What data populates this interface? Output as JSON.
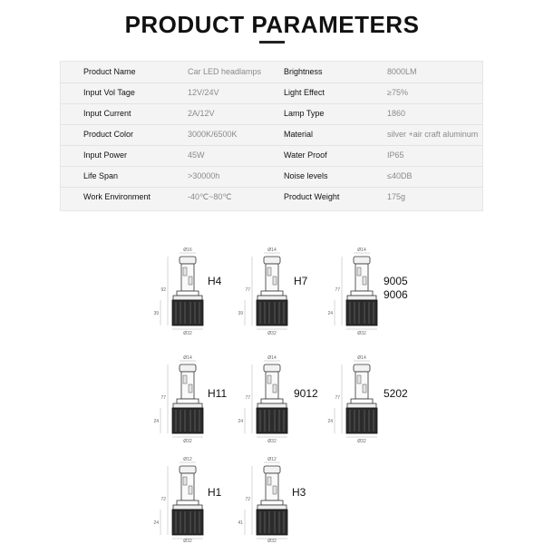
{
  "header": {
    "title": "PRODUCT PARAMETERS"
  },
  "parameters": [
    {
      "label_left": "Product Name",
      "value_left": "Car LED headlamps",
      "label_right": "Brightness",
      "value_right": "8000LM"
    },
    {
      "label_left": "Input Vol Tage",
      "value_left": "12V/24V",
      "label_right": "Light Effect",
      "value_right": "≥75%"
    },
    {
      "label_left": "Input Current",
      "value_left": "2A/12V",
      "label_right": "Lamp Type",
      "value_right": "1860"
    },
    {
      "label_left": "Product Color",
      "value_left": "3000K/6500K",
      "label_right": "Material",
      "value_right": "silver +air craft aluminum"
    },
    {
      "label_left": "Input Power",
      "value_left": "45W",
      "label_right": "Water Proof",
      "value_right": "IP65"
    },
    {
      "label_left": "Life Span",
      "value_left": ">30000h",
      "label_right": "Noise levels",
      "value_right": "≤40DB"
    },
    {
      "label_left": "Work Environment",
      "value_left": "-40℃~80℃",
      "label_right": "Product Weight",
      "value_right": "175g"
    }
  ],
  "bulbs": [
    {
      "model": "H4",
      "model2": "",
      "top_dim": "Ø16",
      "height_dim": "92",
      "lower_dim": "39",
      "base_dim": "Ø32"
    },
    {
      "model": "H7",
      "model2": "",
      "top_dim": "Ø14",
      "height_dim": "77",
      "lower_dim": "39",
      "base_dim": "Ø32"
    },
    {
      "model": "9005",
      "model2": "9006",
      "top_dim": "Ø14",
      "height_dim": "77",
      "lower_dim": "24",
      "base_dim": "Ø32"
    },
    {
      "model": "H11",
      "model2": "",
      "top_dim": "Ø14",
      "height_dim": "77",
      "lower_dim": "24",
      "base_dim": "Ø32"
    },
    {
      "model": "9012",
      "model2": "",
      "top_dim": "Ø14",
      "height_dim": "77",
      "lower_dim": "24",
      "base_dim": "Ø32"
    },
    {
      "model": "5202",
      "model2": "",
      "top_dim": "Ø14",
      "height_dim": "77",
      "lower_dim": "24",
      "base_dim": "Ø32"
    },
    {
      "model": "H1",
      "model2": "",
      "top_dim": "Ø12",
      "height_dim": "72",
      "lower_dim": "24",
      "base_dim": "Ø32"
    },
    {
      "model": "H3",
      "model2": "",
      "top_dim": "Ø12",
      "height_dim": "72",
      "lower_dim": "41",
      "base_dim": "Ø32"
    }
  ]
}
